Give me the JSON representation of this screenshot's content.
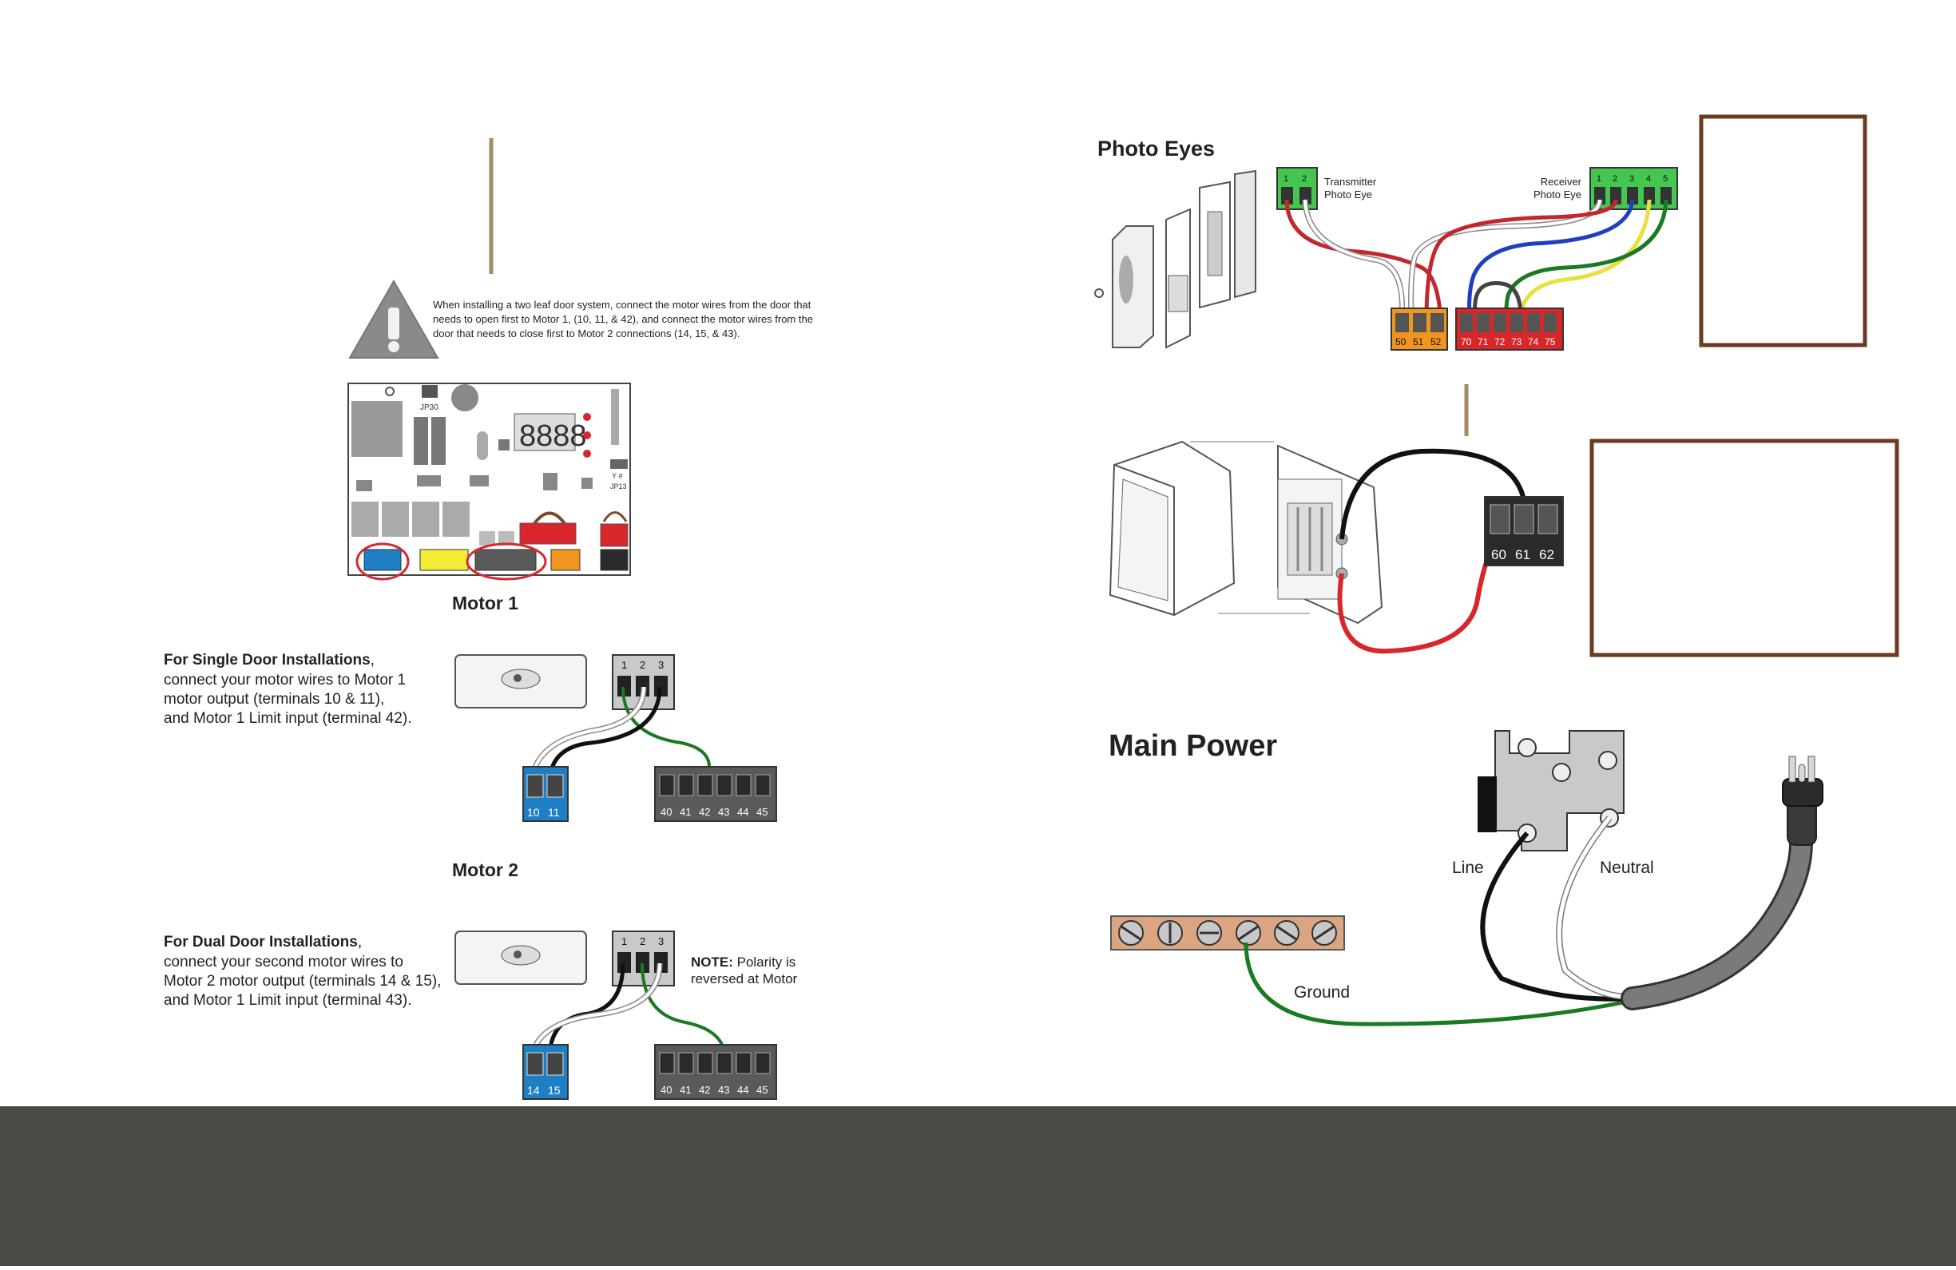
{
  "warning": {
    "text_lines": [
      "When installing a two leaf door system, connect the motor wires from the door that",
      "needs to open first to Motor 1, (10, 11, & 42), and connect the motor wires from the",
      "door that needs to close first to Motor 2 connections (14, 15, & 43)."
    ]
  },
  "board": {
    "jumper_labels": [
      "JP30",
      "Y #",
      "JP13"
    ],
    "display": "8888"
  },
  "motor1": {
    "title": "Motor 1",
    "heading": "For Single Door Installations",
    "heading_suffix": ",",
    "body_lines": [
      "connect your motor wires to Motor 1",
      "motor output (terminals 10 & 11),",
      "and Motor 1 Limit input (terminal 42)."
    ],
    "motor_terminals": [
      "1",
      "2",
      "3"
    ],
    "output_terminals": [
      "10",
      "11"
    ],
    "limit_terminals": [
      "40",
      "41",
      "42",
      "43",
      "44",
      "45"
    ]
  },
  "motor2": {
    "title": "Motor 2",
    "heading": "For Dual Door Installations",
    "heading_suffix": ",",
    "body_lines": [
      "connect your second motor wires to",
      "Motor 2 motor output (terminals 14 & 15),",
      "and Motor 1 Limit input (terminal 43)."
    ],
    "note_label": "NOTE:",
    "note_text": " Polarity is",
    "note_line2": "reversed at Motor",
    "motor_terminals": [
      "1",
      "2",
      "3"
    ],
    "output_terminals": [
      "14",
      "15"
    ],
    "limit_terminals": [
      "40",
      "41",
      "42",
      "43",
      "44",
      "45"
    ]
  },
  "photo_eyes": {
    "title": "Photo Eyes",
    "transmitter_label_1": "Transmitter",
    "transmitter_label_2": "Photo Eye",
    "receiver_label_1": "Receiver",
    "receiver_label_2": "Photo Eye",
    "transmitter_terminals": [
      "1",
      "2"
    ],
    "receiver_terminals": [
      "1",
      "2",
      "3",
      "4",
      "5"
    ],
    "orange_terminals": [
      "50",
      "51",
      "52"
    ],
    "red_terminals": [
      "70",
      "71",
      "72",
      "73",
      "74",
      "75"
    ]
  },
  "switch": {
    "terminals": [
      "60",
      "61",
      "62"
    ]
  },
  "main_power": {
    "title": "Main Power",
    "line_label": "Line",
    "neutral_label": "Neutral",
    "ground_label": "Ground"
  },
  "colors": {
    "blue_terminal": "#1f7fc4",
    "yellow_terminal": "#f2ec35",
    "gray_terminal": "#5a5a5a",
    "red_terminal": "#d8262a",
    "orange_terminal": "#f0951e",
    "green_terminal": "#44c651",
    "black_terminal": "#2b2b2b",
    "frame_brown": "#6b3a22",
    "divider_tan": "#a58a64",
    "footer": "#4a4a45",
    "ground_strip": "#dba581"
  }
}
